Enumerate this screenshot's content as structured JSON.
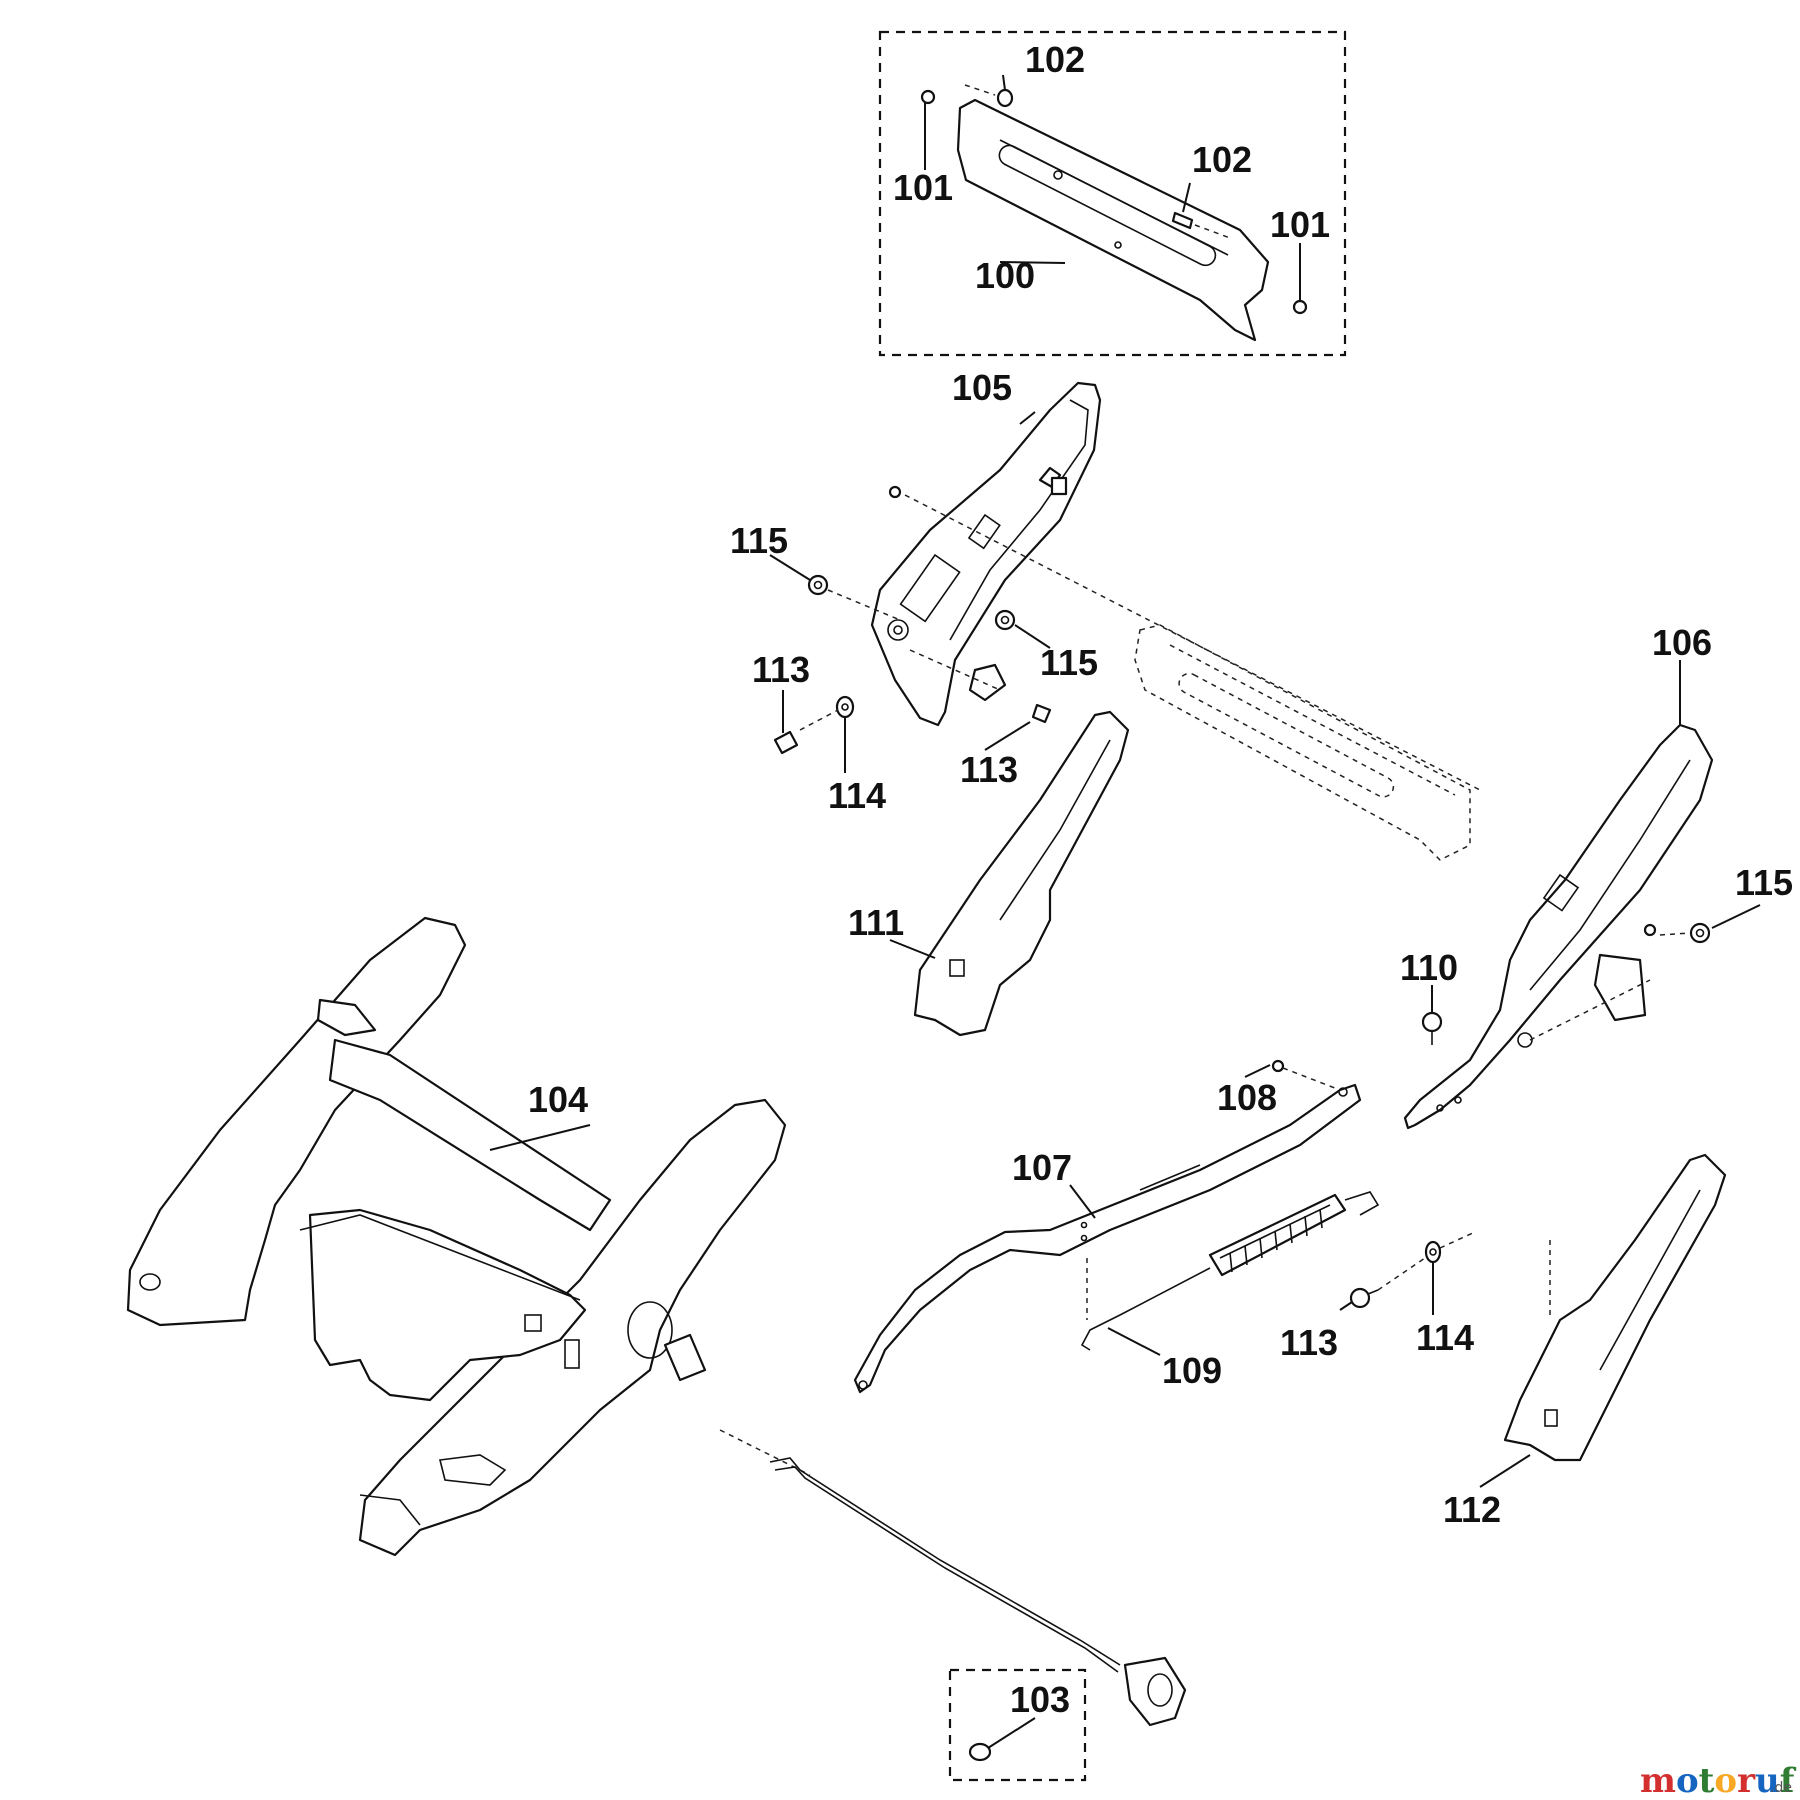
{
  "diagram": {
    "part_labels": [
      "100",
      "101",
      "101",
      "102",
      "102",
      "103",
      "104",
      "105",
      "106",
      "107",
      "108",
      "109",
      "110",
      "111",
      "112",
      "113",
      "113",
      "113",
      "114",
      "114",
      "115",
      "115",
      "115"
    ]
  },
  "watermark": {
    "text_letters": [
      "m",
      "o",
      "t",
      "o",
      "r",
      "u",
      "f"
    ],
    "text_colors": [
      "#d32f2f",
      "#1565c0",
      "#2e7d32",
      "#f9a825",
      "#d32f2f",
      "#1565c0",
      "#2e7d32"
    ],
    "suffix": ".de"
  }
}
